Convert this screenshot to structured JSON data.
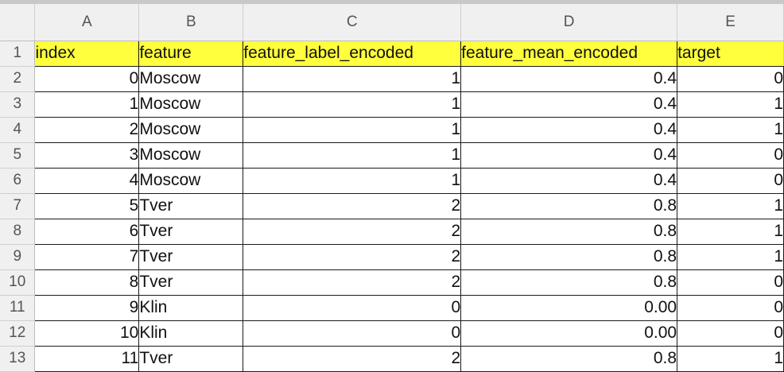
{
  "columns": [
    "A",
    "B",
    "C",
    "D",
    "E"
  ],
  "header_fill": "#ffff3d",
  "header_row": {
    "number": "1",
    "cells": [
      "index",
      "feature",
      "feature_label_encoded",
      "feature_mean_encoded",
      "target"
    ]
  },
  "rows": [
    {
      "number": "2",
      "cells": [
        "0",
        "Moscow",
        "1",
        "0.4",
        "0"
      ]
    },
    {
      "number": "3",
      "cells": [
        "1",
        "Moscow",
        "1",
        "0.4",
        "1"
      ]
    },
    {
      "number": "4",
      "cells": [
        "2",
        "Moscow",
        "1",
        "0.4",
        "1"
      ]
    },
    {
      "number": "5",
      "cells": [
        "3",
        "Moscow",
        "1",
        "0.4",
        "0"
      ]
    },
    {
      "number": "6",
      "cells": [
        "4",
        "Moscow",
        "1",
        "0.4",
        "0"
      ]
    },
    {
      "number": "7",
      "cells": [
        "5",
        "Tver",
        "2",
        "0.8",
        "1"
      ]
    },
    {
      "number": "8",
      "cells": [
        "6",
        "Tver",
        "2",
        "0.8",
        "1"
      ]
    },
    {
      "number": "9",
      "cells": [
        "7",
        "Tver",
        "2",
        "0.8",
        "1"
      ]
    },
    {
      "number": "10",
      "cells": [
        "8",
        "Tver",
        "2",
        "0.8",
        "0"
      ]
    },
    {
      "number": "11",
      "cells": [
        "9",
        "Klin",
        "0",
        "0.00",
        "0"
      ]
    },
    {
      "number": "12",
      "cells": [
        "10",
        "Klin",
        "0",
        "0.00",
        "0"
      ]
    },
    {
      "number": "13",
      "cells": [
        "11",
        "Tver",
        "2",
        "0.8",
        "1"
      ]
    }
  ]
}
